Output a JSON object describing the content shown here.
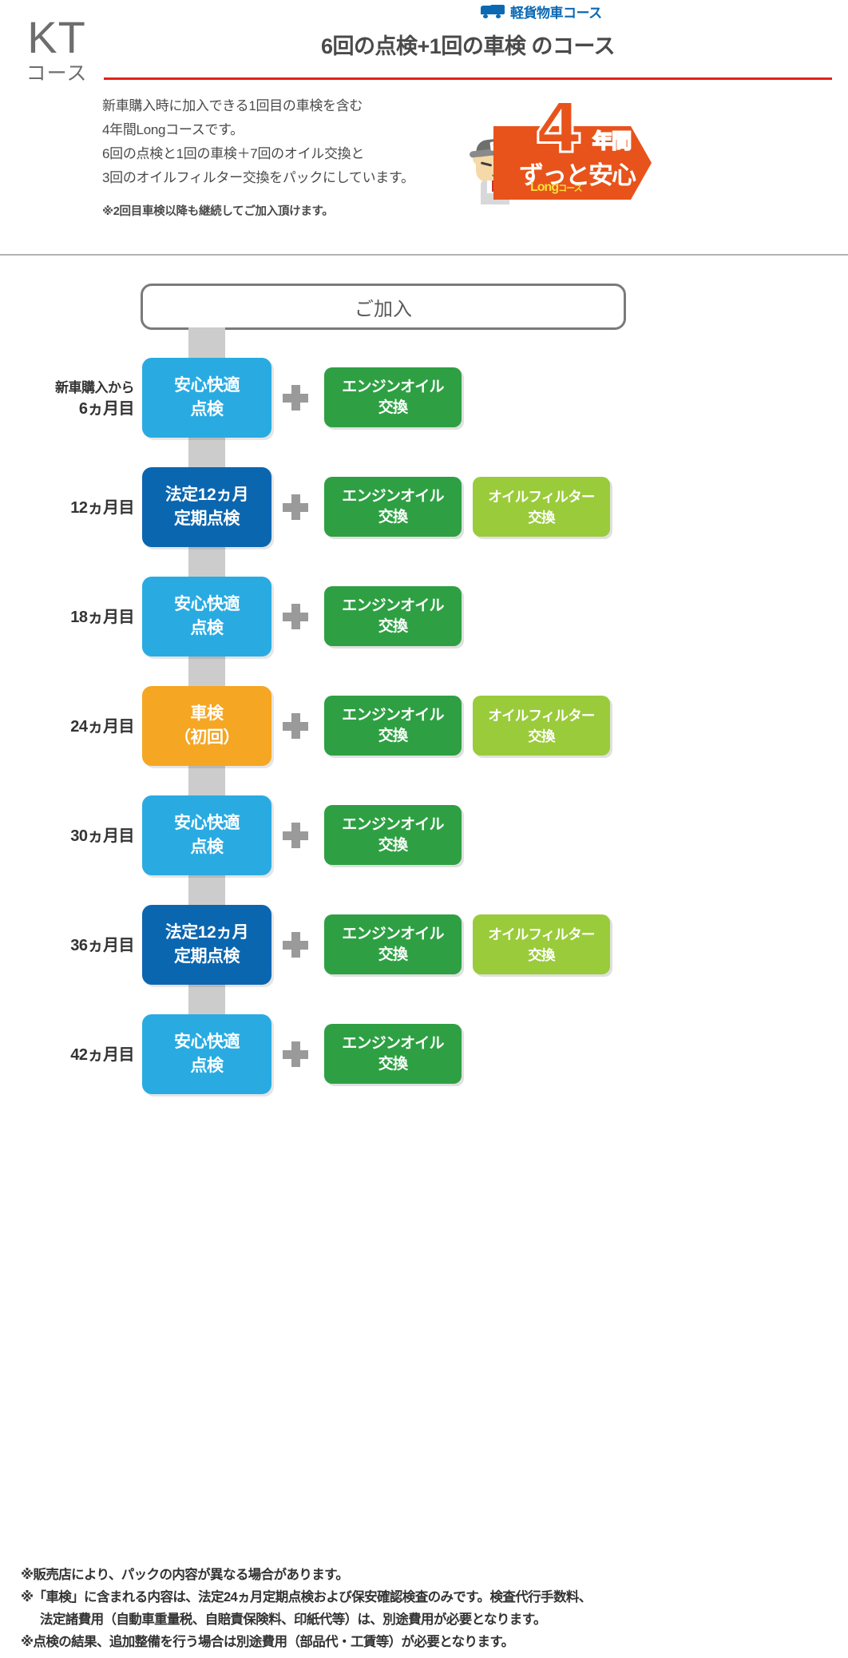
{
  "header": {
    "truck_badge": "軽貨物車コース",
    "truck_icon": "truck-icon",
    "logo_main": "KT",
    "logo_sub": "コース",
    "course_title": "6回の点検+1回の車検 のコース",
    "description_lines": [
      "新車購入時に加入できる1回目の車検を含む",
      "4年間Longコースです。",
      "6回の点検と1回の車検＋7回のオイル交換と",
      "3回のオイルフィルター交換をパックにしています。"
    ],
    "description_note": "※2回目車検以降も継続してご加入頂けます。",
    "year_badge": {
      "number": "4",
      "unit": "年間",
      "tagline": "ずっと安心",
      "long_label": "Long",
      "long_suffix": "コース",
      "mascot": "dog-mascot-icon"
    }
  },
  "timeline": {
    "join_label": "ご加入",
    "rows": [
      {
        "label_line1": "新車購入から",
        "label_line2": "6ヵ月目",
        "main_line1": "安心快適",
        "main_line2": "点検",
        "main_type": "light",
        "oil_line1": "エンジンオイル",
        "oil_line2": "交換",
        "filter_line1": "",
        "filter_line2": "",
        "has_filter": false,
        "plus": "+"
      },
      {
        "label_line1": "",
        "label_line2": "12ヵ月目",
        "main_line1": "法定12ヵ月",
        "main_line2": "定期点検",
        "main_type": "dark",
        "oil_line1": "エンジンオイル",
        "oil_line2": "交換",
        "filter_line1": "オイルフィルター",
        "filter_line2": "交換",
        "has_filter": true,
        "plus": "+"
      },
      {
        "label_line1": "",
        "label_line2": "18ヵ月目",
        "main_line1": "安心快適",
        "main_line2": "点検",
        "main_type": "light",
        "oil_line1": "エンジンオイル",
        "oil_line2": "交換",
        "filter_line1": "",
        "filter_line2": "",
        "has_filter": false,
        "plus": "+"
      },
      {
        "label_line1": "",
        "label_line2": "24ヵ月目",
        "main_line1": "車検",
        "main_line2": "（初回）",
        "main_type": "amber",
        "oil_line1": "エンジンオイル",
        "oil_line2": "交換",
        "filter_line1": "オイルフィルター",
        "filter_line2": "交換",
        "has_filter": true,
        "plus": "+"
      },
      {
        "label_line1": "",
        "label_line2": "30ヵ月目",
        "main_line1": "安心快適",
        "main_line2": "点検",
        "main_type": "light",
        "oil_line1": "エンジンオイル",
        "oil_line2": "交換",
        "filter_line1": "",
        "filter_line2": "",
        "has_filter": false,
        "plus": "+"
      },
      {
        "label_line1": "",
        "label_line2": "36ヵ月目",
        "main_line1": "法定12ヵ月",
        "main_line2": "定期点検",
        "main_type": "dark",
        "oil_line1": "エンジンオイル",
        "oil_line2": "交換",
        "filter_line1": "オイルフィルター",
        "filter_line2": "交換",
        "has_filter": true,
        "plus": "+"
      },
      {
        "label_line1": "",
        "label_line2": "42ヵ月目",
        "main_line1": "安心快適",
        "main_line2": "点検",
        "main_type": "light",
        "oil_line1": "エンジンオイル",
        "oil_line2": "交換",
        "filter_line1": "",
        "filter_line2": "",
        "has_filter": false,
        "plus": "+"
      }
    ]
  },
  "footnotes": [
    "※販売店により、パックの内容が異なる場合があります。",
    "※「車検」に含まれる内容は、法定24ヵ月定期点検および保安確認検査のみです。検査代行手数料、",
    "法定諸費用（自動車重量税、自賠責保険料、印紙代等）は、別途費用が必要となります。",
    "※点検の結果、追加整備を行う場合は別途費用（部品代・工賃等）が必要となります。"
  ],
  "colors": {
    "light_blue": "#29ABE2",
    "dark_blue": "#0B66B0",
    "amber": "#F5A623",
    "green": "#2EA043",
    "olive": "#9ACB3B",
    "orange": "#E8531B",
    "brand_blue": "#0B69B4",
    "red_rule": "#E32119",
    "connector_gray": "#CCCCCC"
  }
}
